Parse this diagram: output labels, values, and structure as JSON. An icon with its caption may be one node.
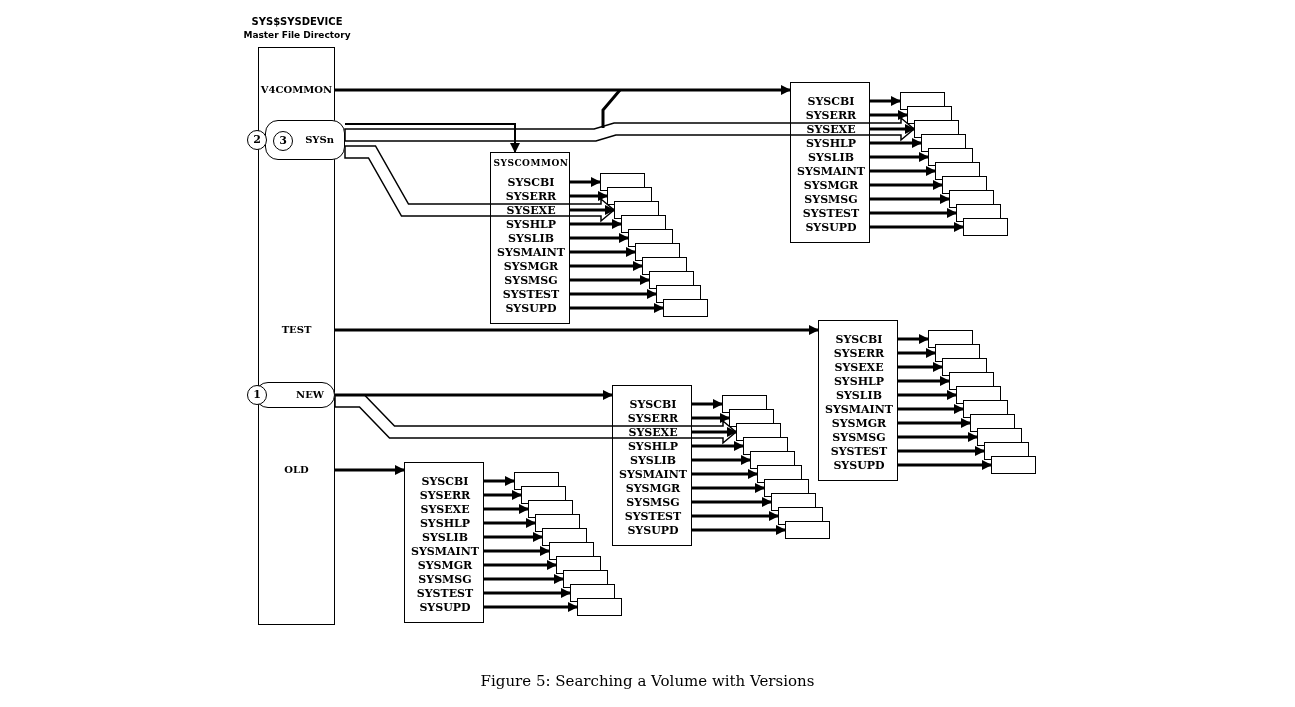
{
  "diagram": {
    "caption": "Figure 5: Searching a Volume with Versions",
    "nodes": [
      {
        "text": [
          "SYS$SYSDEVICE",
          "Master File Directory"
        ]
      },
      {
        "text": [
          "V4COMMON"
        ],
        "in": 0
      },
      {
        "text": [
          "SYSn"
        ],
        "in": 0
      },
      {
        "text": [
          "TEST"
        ],
        "in": 0
      },
      {
        "text": [
          "NEW"
        ],
        "in": 0
      },
      {
        "text": [
          "OLD"
        ],
        "in": 0
      },
      {
        "text": [
          "3"
        ],
        "in": 2
      },
      {
        "text": [
          "2"
        ]
      },
      {
        "text": [
          "1"
        ]
      },
      {
        "text": [],
        "shape": "box"
      },
      {
        "text": [
          "SYSCBI"
        ],
        "in": 9
      },
      {
        "text": [
          "SYSERR"
        ],
        "in": 9
      },
      {
        "text": [
          "SYSEXE"
        ],
        "in": 9
      },
      {
        "text": [
          "SYSHLP"
        ],
        "in": 9
      },
      {
        "text": [
          "SYSLIB"
        ],
        "in": 9
      },
      {
        "text": [
          "SYSMAINT"
        ],
        "in": 9
      },
      {
        "text": [
          "SYSMGR"
        ],
        "in": 9
      },
      {
        "text": [
          "SYSMSG"
        ],
        "in": 9
      },
      {
        "text": [
          "SYSTEST"
        ],
        "in": 9
      },
      {
        "text": [
          "SYSUPD"
        ],
        "in": 9
      },
      {
        "text": [
          "SYSCOMMON"
        ]
      },
      {
        "text": [
          "SYSCBI"
        ],
        "in": 20
      },
      {
        "text": [
          "SYSERR"
        ],
        "in": 20
      },
      {
        "text": [
          "SYSEXE"
        ],
        "in": 20
      },
      {
        "text": [
          "SYSHLP"
        ],
        "in": 20
      },
      {
        "text": [
          "SYSLIB"
        ],
        "in": 20
      },
      {
        "text": [
          "SYSMAINT"
        ],
        "in": 20
      },
      {
        "text": [
          "SYSMGR"
        ],
        "in": 20
      },
      {
        "text": [
          "SYSMSG"
        ],
        "in": 20
      },
      {
        "text": [
          "SYSTEST"
        ],
        "in": 20
      },
      {
        "text": [
          "SYSUPD"
        ],
        "in": 20
      },
      {
        "text": [],
        "shape": "box"
      },
      {
        "text": [
          "SYSCBI"
        ],
        "in": 31
      },
      {
        "text": [
          "SYSERR"
        ],
        "in": 31
      },
      {
        "text": [
          "SYSEXE"
        ],
        "in": 31
      },
      {
        "text": [
          "SYSHLP"
        ],
        "in": 31
      },
      {
        "text": [
          "SYSLIB"
        ],
        "in": 31
      },
      {
        "text": [
          "SYSMAINT"
        ],
        "in": 31
      },
      {
        "text": [
          "SYSMGR"
        ],
        "in": 31
      },
      {
        "text": [
          "SYSMSG"
        ],
        "in": 31
      },
      {
        "text": [
          "SYSTEST"
        ],
        "in": 31
      },
      {
        "text": [
          "SYSUPD"
        ],
        "in": 31
      },
      {
        "text": [],
        "shape": "box"
      },
      {
        "text": [
          "SYSCBI"
        ],
        "in": 42
      },
      {
        "text": [
          "SYSERR"
        ],
        "in": 42
      },
      {
        "text": [
          "SYSEXE"
        ],
        "in": 42
      },
      {
        "text": [
          "SYSHLP"
        ],
        "in": 42
      },
      {
        "text": [
          "SYSLIB"
        ],
        "in": 42
      },
      {
        "text": [
          "SYSMAINT"
        ],
        "in": 42
      },
      {
        "text": [
          "SYSMGR"
        ],
        "in": 42
      },
      {
        "text": [
          "SYSMSG"
        ],
        "in": 42
      },
      {
        "text": [
          "SYSTEST"
        ],
        "in": 42
      },
      {
        "text": [
          "SYSUPD"
        ],
        "in": 42
      },
      {
        "text": [],
        "shape": "box"
      },
      {
        "text": [
          "SYSCBI"
        ],
        "in": 53
      },
      {
        "text": [
          "SYSERR"
        ],
        "in": 53
      },
      {
        "text": [
          "SYSEXE"
        ],
        "in": 53
      },
      {
        "text": [
          "SYSHLP"
        ],
        "in": 53
      },
      {
        "text": [
          "SYSLIB"
        ],
        "in": 53
      },
      {
        "text": [
          "SYSMAINT"
        ],
        "in": 53
      },
      {
        "text": [
          "SYSMGR"
        ],
        "in": 53
      },
      {
        "text": [
          "SYSMSG"
        ],
        "in": 53
      },
      {
        "text": [
          "SYSTEST"
        ],
        "in": 53
      },
      {
        "text": [
          "SYSUPD"
        ],
        "in": 53
      },
      {
        "text": [],
        "shape": "box"
      },
      {
        "text": [],
        "shape": "box"
      },
      {
        "text": [],
        "shape": "box"
      },
      {
        "text": [],
        "shape": "box"
      },
      {
        "text": [],
        "shape": "box"
      },
      {
        "text": [],
        "shape": "box"
      },
      {
        "text": [],
        "shape": "box"
      },
      {
        "text": [],
        "shape": "box"
      },
      {
        "text": [],
        "shape": "box"
      },
      {
        "text": [],
        "shape": "box"
      },
      {
        "text": [],
        "shape": "box"
      },
      {
        "text": [],
        "shape": "box"
      },
      {
        "text": [],
        "shape": "box"
      },
      {
        "text": [],
        "shape": "box"
      },
      {
        "text": [],
        "shape": "box"
      },
      {
        "text": [],
        "shape": "box"
      },
      {
        "text": [],
        "shape": "box"
      },
      {
        "text": [],
        "shape": "box"
      },
      {
        "text": [],
        "shape": "box"
      },
      {
        "text": [],
        "shape": "box"
      },
      {
        "text": [],
        "shape": "box"
      },
      {
        "text": [],
        "shape": "box"
      },
      {
        "text": [],
        "shape": "box"
      },
      {
        "text": [],
        "shape": "box"
      },
      {
        "text": [],
        "shape": "box"
      },
      {
        "text": [],
        "shape": "box"
      },
      {
        "text": [],
        "shape": "box"
      },
      {
        "text": [],
        "shape": "box"
      },
      {
        "text": [],
        "shape": "box"
      },
      {
        "text": [],
        "shape": "box"
      },
      {
        "text": [],
        "shape": "box"
      },
      {
        "text": [],
        "shape": "box"
      },
      {
        "text": [],
        "shape": "box"
      },
      {
        "text": [],
        "shape": "box"
      },
      {
        "text": [],
        "shape": "box"
      },
      {
        "text": [],
        "shape": "box"
      },
      {
        "text": [],
        "shape": "box"
      },
      {
        "text": [],
        "shape": "box"
      },
      {
        "text": [],
        "shape": "box"
      },
      {
        "text": [],
        "shape": "box"
      },
      {
        "text": [],
        "shape": "box"
      },
      {
        "text": [],
        "shape": "box"
      },
      {
        "text": [],
        "shape": "box"
      },
      {
        "text": [],
        "shape": "box"
      },
      {
        "text": [],
        "shape": "box"
      },
      {
        "text": [],
        "shape": "box"
      },
      {
        "text": [],
        "shape": "box"
      },
      {
        "text": [],
        "shape": "box"
      },
      {
        "text": [],
        "shape": "box"
      },
      {
        "text": [],
        "shape": "box"
      }
    ],
    "edges": [
      {
        "from": 1,
        "to": 9,
        "arrow": "to"
      },
      {
        "from": 2,
        "to": 20,
        "arrow": "to"
      },
      {
        "from": 3,
        "to": 31,
        "arrow": "to"
      },
      {
        "from": 4,
        "to": 42,
        "arrow": "to"
      },
      {
        "from": 5,
        "to": 53,
        "arrow": "to"
      },
      {
        "from": 10,
        "to": 64,
        "arrow": "to"
      },
      {
        "from": 11,
        "to": 65,
        "arrow": "to"
      },
      {
        "from": 12,
        "to": 66,
        "arrow": "to"
      },
      {
        "from": 13,
        "to": 67,
        "arrow": "to"
      },
      {
        "from": 14,
        "to": 68,
        "arrow": "to"
      },
      {
        "from": 15,
        "to": 69,
        "arrow": "to"
      },
      {
        "from": 16,
        "to": 70,
        "arrow": "to"
      },
      {
        "from": 17,
        "to": 71,
        "arrow": "to"
      },
      {
        "from": 18,
        "to": 72,
        "arrow": "to"
      },
      {
        "from": 19,
        "to": 73,
        "arrow": "to"
      },
      {
        "from": 21,
        "to": 74,
        "arrow": "to"
      },
      {
        "from": 22,
        "to": 75,
        "arrow": "to"
      },
      {
        "from": 23,
        "to": 76,
        "arrow": "to"
      },
      {
        "from": 24,
        "to": 77,
        "arrow": "to"
      },
      {
        "from": 25,
        "to": 78,
        "arrow": "to"
      },
      {
        "from": 26,
        "to": 79,
        "arrow": "to"
      },
      {
        "from": 27,
        "to": 80,
        "arrow": "to"
      },
      {
        "from": 28,
        "to": 81,
        "arrow": "to"
      },
      {
        "from": 29,
        "to": 82,
        "arrow": "to"
      },
      {
        "from": 30,
        "to": 83,
        "arrow": "to"
      },
      {
        "from": 32,
        "to": 84,
        "arrow": "to"
      },
      {
        "from": 33,
        "to": 85,
        "arrow": "to"
      },
      {
        "from": 34,
        "to": 86,
        "arrow": "to"
      },
      {
        "from": 35,
        "to": 87,
        "arrow": "to"
      },
      {
        "from": 36,
        "to": 88,
        "arrow": "to"
      },
      {
        "from": 37,
        "to": 89,
        "arrow": "to"
      },
      {
        "from": 38,
        "to": 90,
        "arrow": "to"
      },
      {
        "from": 39,
        "to": 91,
        "arrow": "to"
      },
      {
        "from": 40,
        "to": 92,
        "arrow": "to"
      },
      {
        "from": 41,
        "to": 93,
        "arrow": "to"
      },
      {
        "from": 43,
        "to": 94,
        "arrow": "to"
      },
      {
        "from": 44,
        "to": 95,
        "arrow": "to"
      },
      {
        "from": 45,
        "to": 96,
        "arrow": "to"
      },
      {
        "from": 46,
        "to": 97,
        "arrow": "to"
      },
      {
        "from": 47,
        "to": 98,
        "arrow": "to"
      },
      {
        "from": 48,
        "to": 99,
        "arrow": "to"
      },
      {
        "from": 49,
        "to": 100,
        "arrow": "to"
      },
      {
        "from": 50,
        "to": 101,
        "arrow": "to"
      },
      {
        "from": 51,
        "to": 102,
        "arrow": "to"
      },
      {
        "from": 52,
        "to": 103,
        "arrow": "to"
      },
      {
        "from": 54,
        "to": 104,
        "arrow": "to"
      },
      {
        "from": 55,
        "to": 105,
        "arrow": "to"
      },
      {
        "from": 56,
        "to": 106,
        "arrow": "to"
      },
      {
        "from": 57,
        "to": 107,
        "arrow": "to"
      },
      {
        "from": 58,
        "to": 108,
        "arrow": "to"
      },
      {
        "from": 59,
        "to": 109,
        "arrow": "to"
      },
      {
        "from": 60,
        "to": 110,
        "arrow": "to"
      },
      {
        "from": 61,
        "to": 111,
        "arrow": "to"
      },
      {
        "from": 62,
        "to": 112,
        "arrow": "to"
      },
      {
        "from": 63,
        "to": 113,
        "arrow": "to"
      },
      {
        "from": 2,
        "to": 76,
        "arrow": "to",
        "style": "thick"
      },
      {
        "from": 2,
        "to": 66,
        "arrow": "to",
        "style": "thick"
      },
      {
        "from": 4,
        "to": 96,
        "arrow": "to",
        "style": "thick"
      }
    ]
  }
}
